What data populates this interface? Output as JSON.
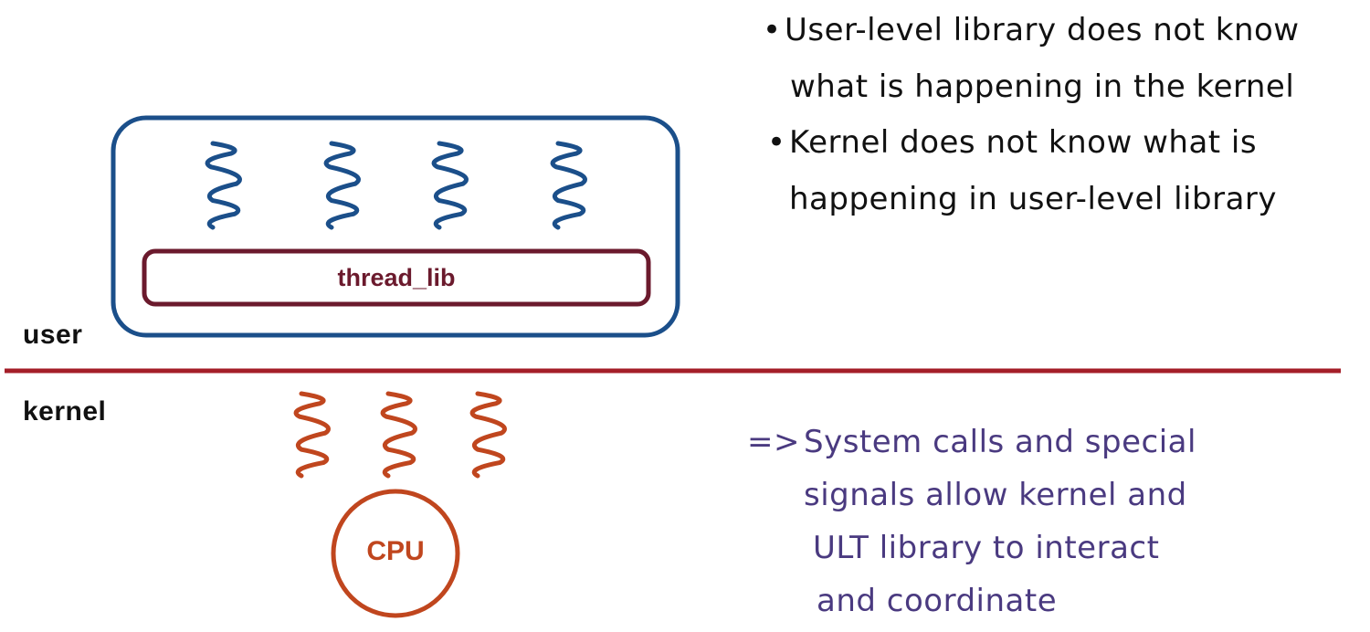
{
  "colors": {
    "user_box": "#1b4f8a",
    "user_threads": "#1b4f8a",
    "thread_lib": "#6b1a2d",
    "divider": "#a41e28",
    "kernel_threads": "#c0461e",
    "cpu": "#c0461e",
    "notes_top": "#111111",
    "notes_bottom": "#4a3a80"
  },
  "layers": {
    "user": "user",
    "kernel": "kernel"
  },
  "user_space": {
    "library_label": "thread_lib",
    "thread_count": 4,
    "thread_icon": "squiggle-thread-icon"
  },
  "kernel_space": {
    "thread_count": 3,
    "thread_icon": "squiggle-thread-icon",
    "cpu_label": "CPU"
  },
  "notes": {
    "bullets": [
      {
        "bullet": "•",
        "lines": [
          "User-level library does not know",
          "what is happening in the kernel"
        ]
      },
      {
        "bullet": "•",
        "lines": [
          "Kernel does not know what is",
          "happening in user-level library"
        ]
      }
    ],
    "conclusion": {
      "arrow": "=>",
      "lines": [
        "System calls and special",
        "signals allow kernel and",
        "ULT library to interact",
        "and coordinate"
      ]
    }
  }
}
